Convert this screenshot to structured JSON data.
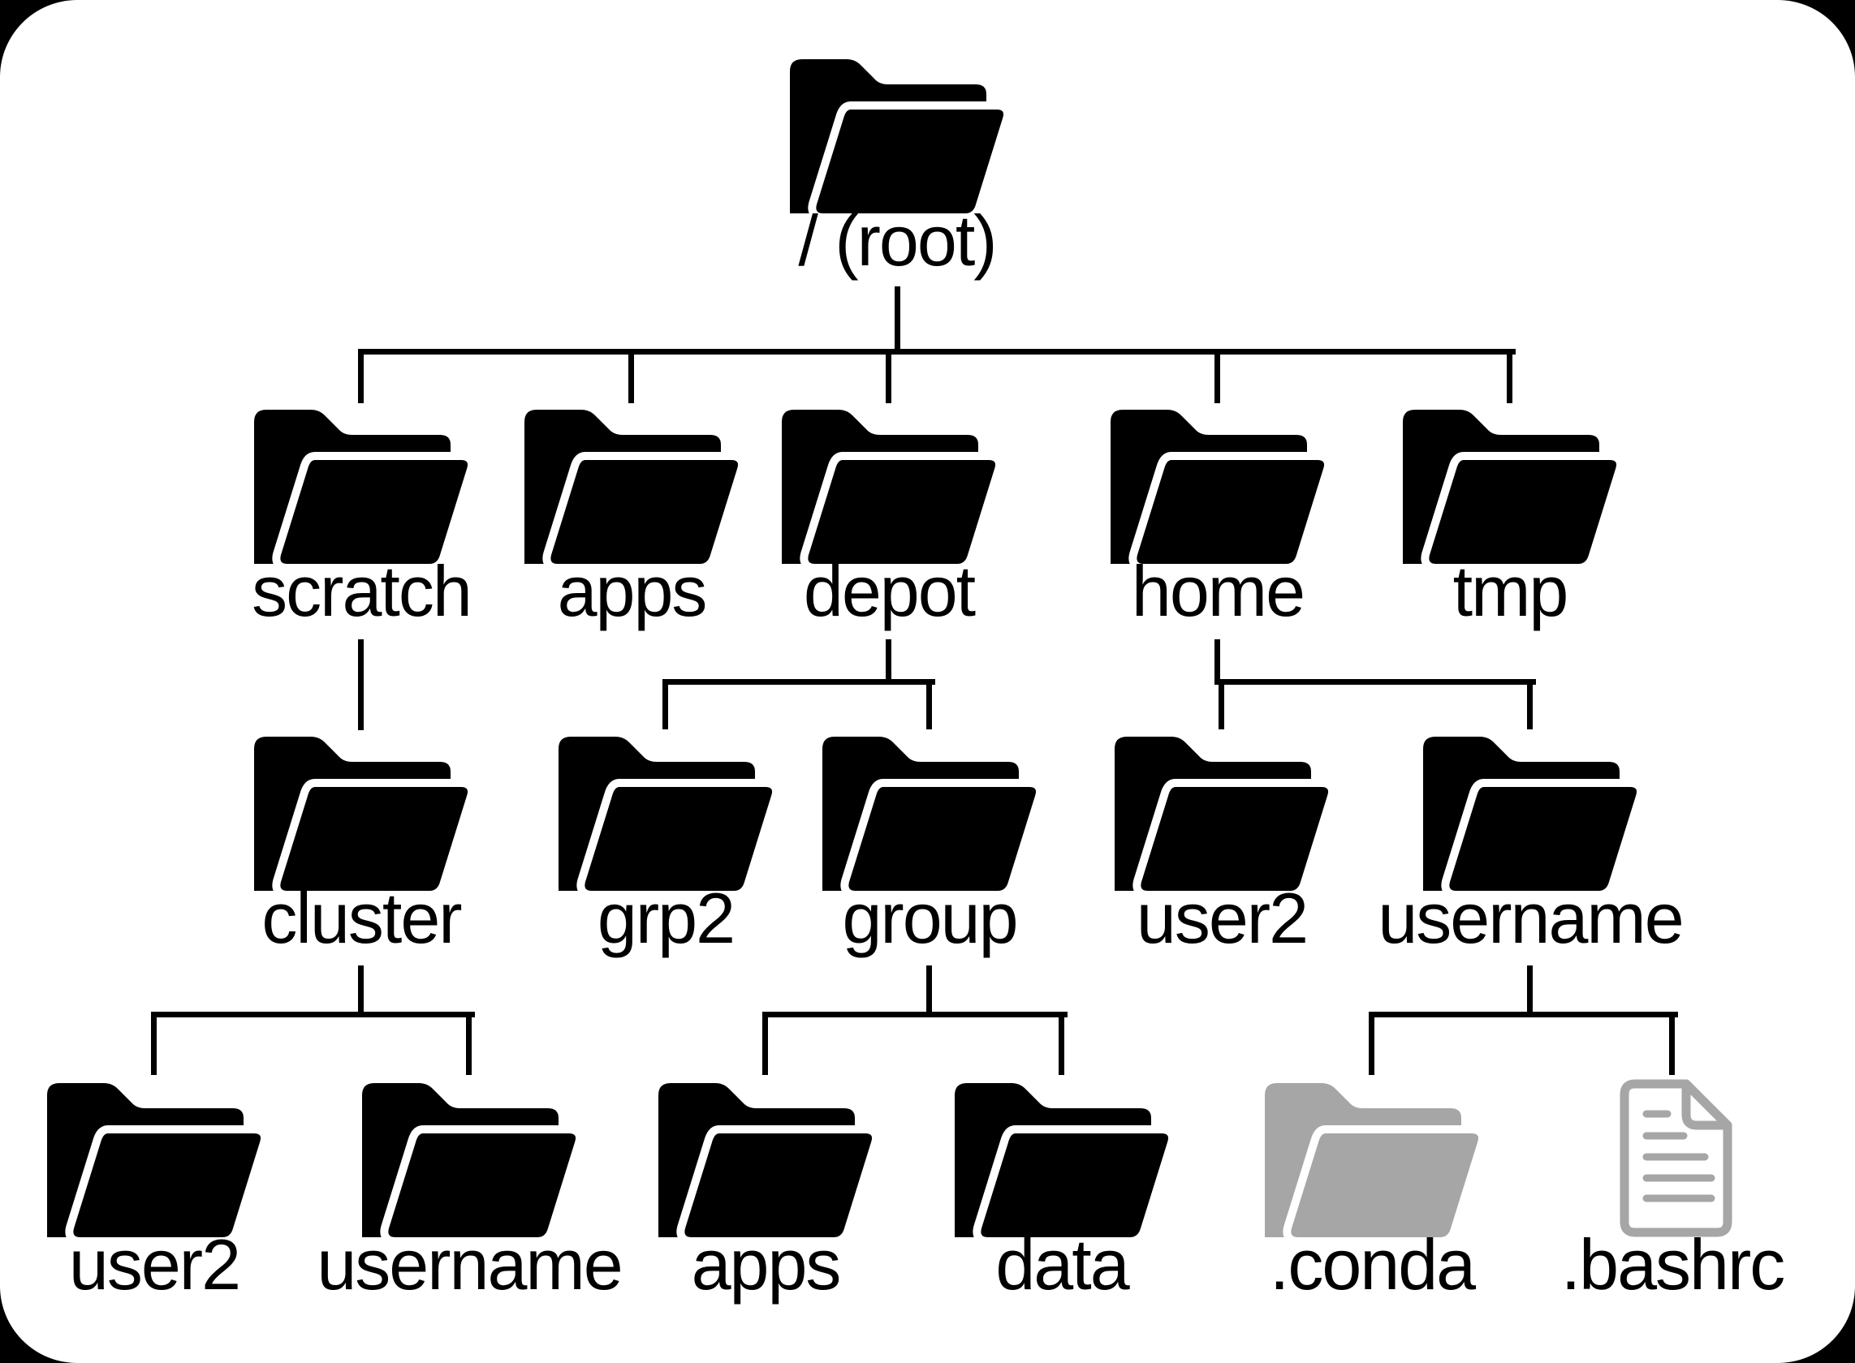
{
  "diagram": {
    "type": "filesystem-tree",
    "description": "Directory hierarchy diagram of a computing cluster filesystem",
    "tree": {
      "label": "/ (root)",
      "children": [
        {
          "label": "scratch",
          "children": [
            {
              "label": "cluster",
              "children": [
                {
                  "label": "user2"
                },
                {
                  "label": "username"
                }
              ]
            }
          ]
        },
        {
          "label": "apps"
        },
        {
          "label": "depot",
          "children": [
            {
              "label": "grp2"
            },
            {
              "label": "group",
              "children": [
                {
                  "label": "apps"
                },
                {
                  "label": "data"
                }
              ]
            }
          ]
        },
        {
          "label": "home",
          "children": [
            {
              "label": "user2"
            },
            {
              "label": "username",
              "children": [
                {
                  "label": ".conda",
                  "dimmed": true,
                  "icon": "folder"
                },
                {
                  "label": ".bashrc",
                  "dimmed": true,
                  "icon": "file"
                }
              ]
            }
          ]
        },
        {
          "label": "tmp"
        }
      ]
    }
  },
  "nodes": {
    "root": {
      "label": "/ (root)"
    },
    "scratch": {
      "label": "scratch"
    },
    "apps": {
      "label": "apps"
    },
    "depot": {
      "label": "depot"
    },
    "home": {
      "label": "home"
    },
    "tmp": {
      "label": "tmp"
    },
    "cluster": {
      "label": "cluster"
    },
    "grp2": {
      "label": "grp2"
    },
    "group": {
      "label": "group"
    },
    "home_user2": {
      "label": "user2"
    },
    "home_username": {
      "label": "username"
    },
    "cluster_user2": {
      "label": "user2"
    },
    "cluster_username": {
      "label": "username"
    },
    "group_apps": {
      "label": "apps"
    },
    "group_data": {
      "label": "data"
    },
    "conda": {
      "label": ".conda"
    },
    "bashrc": {
      "label": ".bashrc"
    }
  },
  "colors": {
    "background": "#ffffff",
    "page_frame": "#000000",
    "icon_black": "#000000",
    "icon_dimmed_gray": "#a6a6a6",
    "connector": "#000000",
    "label_text": "#000000"
  }
}
